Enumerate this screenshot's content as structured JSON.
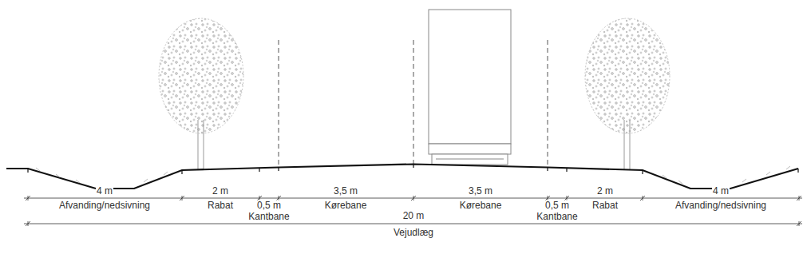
{
  "diagram": {
    "labels": [
      "4 m",
      "Afvanding/nedsivning",
      "2 m",
      "Rabat",
      "0,5 m",
      "Kantbane",
      "3,5 m",
      "Kørebane",
      "3,5 m",
      "Kørebane",
      "0,5 m",
      "Kantbane",
      "2 m",
      "Rabat",
      "4 m",
      "Afvanding/nedsivning",
      "20 m",
      "Vejudlæg"
    ]
  }
}
